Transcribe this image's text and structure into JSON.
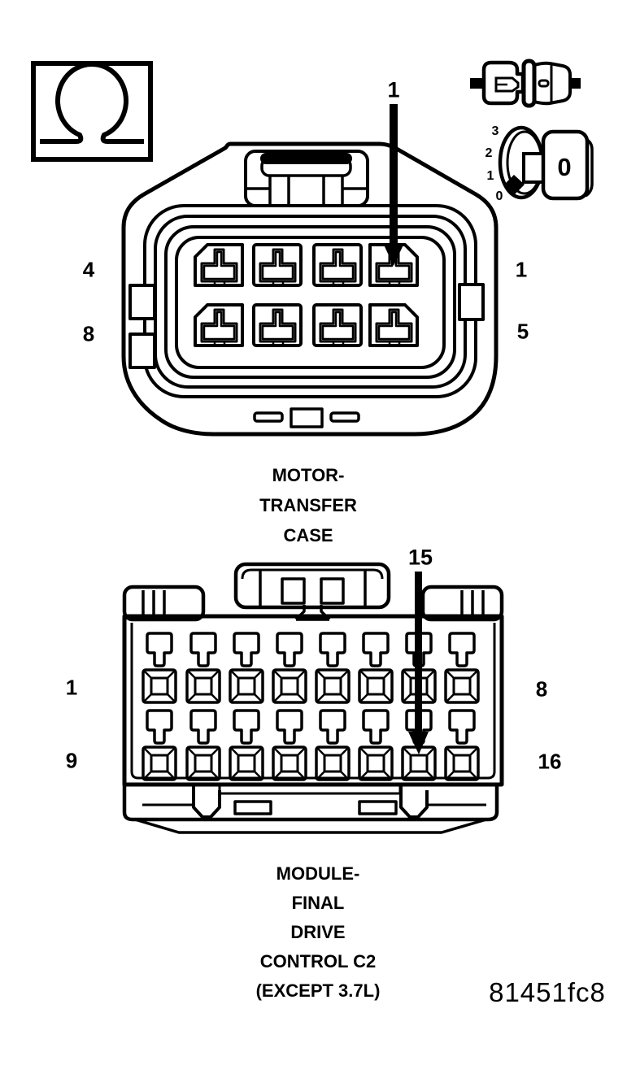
{
  "colors": {
    "line": "#000000",
    "background": "#ffffff"
  },
  "figure_code": "81451fc8",
  "icons": {
    "dial": {
      "scale_labels": [
        "3",
        "2",
        "1",
        "0"
      ],
      "key_value": "0"
    }
  },
  "top_connector": {
    "callout_pin": "1",
    "pin_labels": {
      "left_top": "4",
      "left_bottom": "8",
      "right_top": "1",
      "right_bottom": "5"
    },
    "caption_lines": [
      "MOTOR-",
      "TRANSFER",
      "CASE"
    ]
  },
  "bottom_connector": {
    "callout_pin": "15",
    "pin_labels": {
      "left_top": "1",
      "left_bottom": "9",
      "right_top": "8",
      "right_bottom": "16"
    },
    "caption_lines": [
      "MODULE-",
      "FINAL",
      "DRIVE",
      "CONTROL C2",
      "(EXCEPT 3.7L)"
    ]
  }
}
